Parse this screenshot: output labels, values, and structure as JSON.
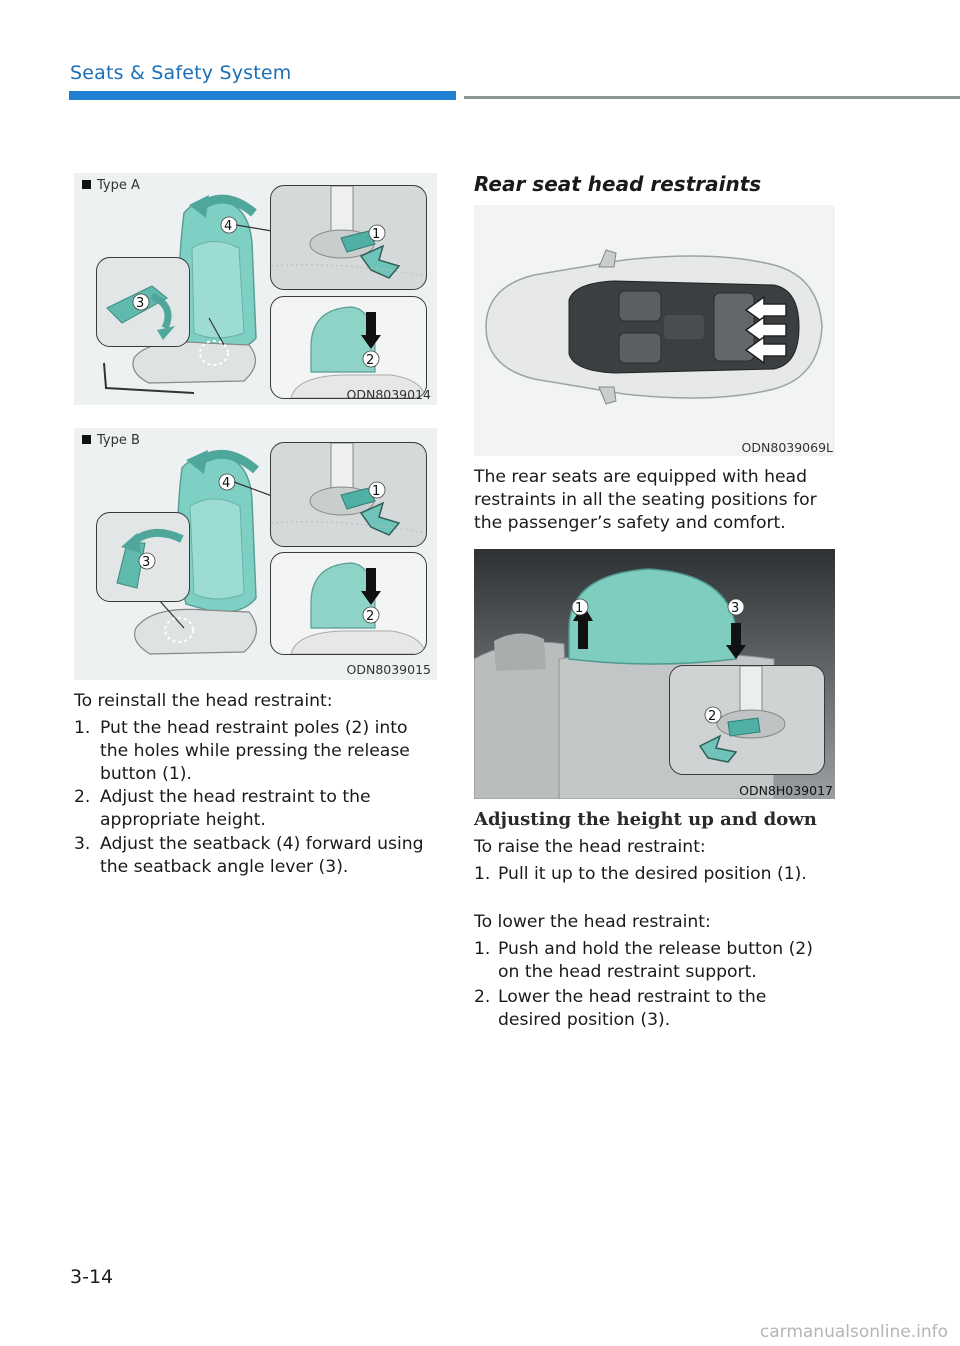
{
  "header": {
    "title": "Seats & Safety System"
  },
  "colors": {
    "accent_blue": "#1f7fd0",
    "title_blue": "#1a6fb6",
    "rule_gray": "#8c9496",
    "teal": "#6fc3b8"
  },
  "figures": {
    "type_a": {
      "label": "Type A",
      "code": "ODN8039014",
      "callouts": [
        "1",
        "2",
        "3",
        "4"
      ]
    },
    "type_b": {
      "label": "Type B",
      "code": "ODN8039015",
      "callouts": [
        "1",
        "2",
        "3",
        "4"
      ]
    },
    "car_top": {
      "code": "ODN8039069L"
    },
    "rear_head": {
      "code": "ODN8H039017",
      "callouts": [
        "1",
        "2",
        "3"
      ]
    }
  },
  "left_column": {
    "intro": "To reinstall the head restraint:",
    "steps": [
      {
        "num": "1.",
        "lines": [
          "Put the head restraint poles (2) into",
          "the holes while pressing the release",
          "button (1)."
        ]
      },
      {
        "num": "2.",
        "lines": [
          "Adjust the head restraint to the",
          "appropriate height."
        ]
      },
      {
        "num": "3.",
        "lines": [
          "Adjust the seatback (4) forward using",
          "the seatback angle lever (3)."
        ]
      }
    ]
  },
  "right_column": {
    "section_title": "Rear seat head restraints",
    "paragraph_lines": [
      "The rear seats are equipped with head",
      "restraints in all the seating positions for",
      "the passenger’s safety and comfort."
    ],
    "subsection_title": "Adjusting the height up and down",
    "raise_intro": "To raise the head restraint:",
    "raise_steps": [
      {
        "num": "1.",
        "lines": [
          "Pull it up to the desired position (1)."
        ]
      }
    ],
    "lower_intro": "To lower the head restraint:",
    "lower_steps": [
      {
        "num": "1.",
        "lines": [
          "Push and hold the release button (2)",
          "on the head restraint support."
        ]
      },
      {
        "num": "2.",
        "lines": [
          "Lower the head restraint to the",
          "desired position (3)."
        ]
      }
    ]
  },
  "footer": {
    "page_number": "3-14",
    "watermark": "carmanualsonline.info"
  }
}
